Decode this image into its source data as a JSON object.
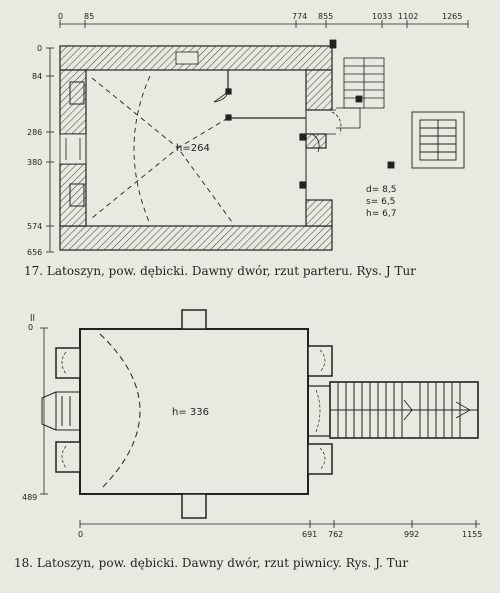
{
  "figure17": {
    "caption": "17. Latoszyn, pow. dębicki. Dawny dwór, rzut parteru. Rys. J Tur",
    "top_scale": [
      "0",
      "85",
      "774",
      "855",
      "1033",
      "1102",
      "1265"
    ],
    "left_scale": [
      "0",
      "84",
      "286",
      "380",
      "574",
      "656"
    ],
    "room_height": "h=264",
    "stair_dims": [
      "d= 8,5",
      "s= 6,5",
      "h= 6,7"
    ]
  },
  "figure18": {
    "number_mark": "ll",
    "caption": "18. Latoszyn, pow. dębicki. Dawny dwór, rzut piwnicy. Rys. J. Tur",
    "bottom_scale": [
      "0",
      "691",
      "762",
      "992",
      "1155"
    ],
    "left_scale": [
      "0",
      "489"
    ],
    "room_height": "h= 336"
  },
  "colors": {
    "paper": "#e9e9e1",
    "ink": "#222222",
    "hatch": "#555555"
  }
}
